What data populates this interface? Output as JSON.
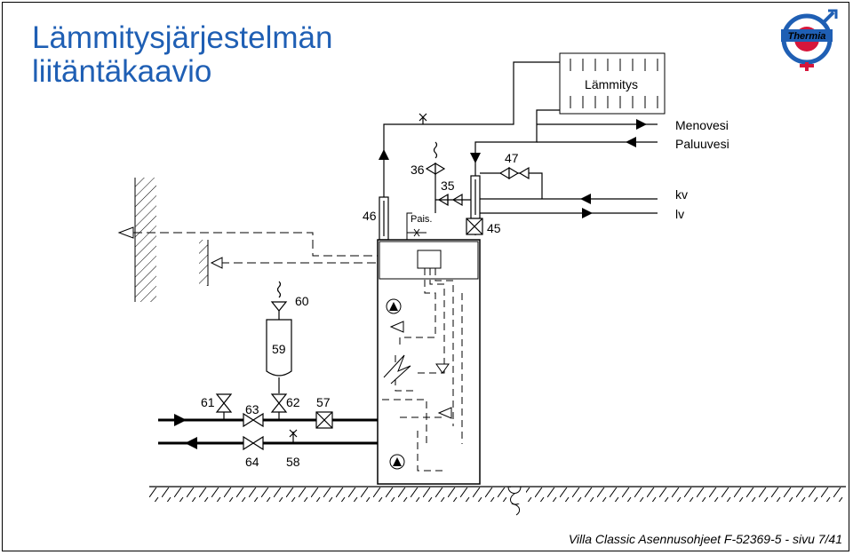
{
  "title": {
    "line1": "Lämmitysjärjestelmän",
    "line2": "liitäntäkaavio"
  },
  "brand": {
    "name": "Thermia",
    "colors": {
      "blue": "#1f5fb4",
      "red": "#d6163b"
    }
  },
  "labels": {
    "radiator": "Lämmitys",
    "supply": "Menovesi",
    "return": "Paluuvesi",
    "cold_water": "kv",
    "hot_water": "lv",
    "expansion": "Pais.",
    "n46": "46",
    "n36": "36",
    "n35": "35",
    "n47": "47",
    "n45": "45",
    "n60": "60",
    "n59": "59",
    "n61": "61",
    "n63": "63",
    "n62": "62",
    "n57": "57",
    "n64": "64",
    "n58": "58"
  },
  "footer": "Villa Classic Asennusohjeet F-52369-5 - sivu 7/41"
}
